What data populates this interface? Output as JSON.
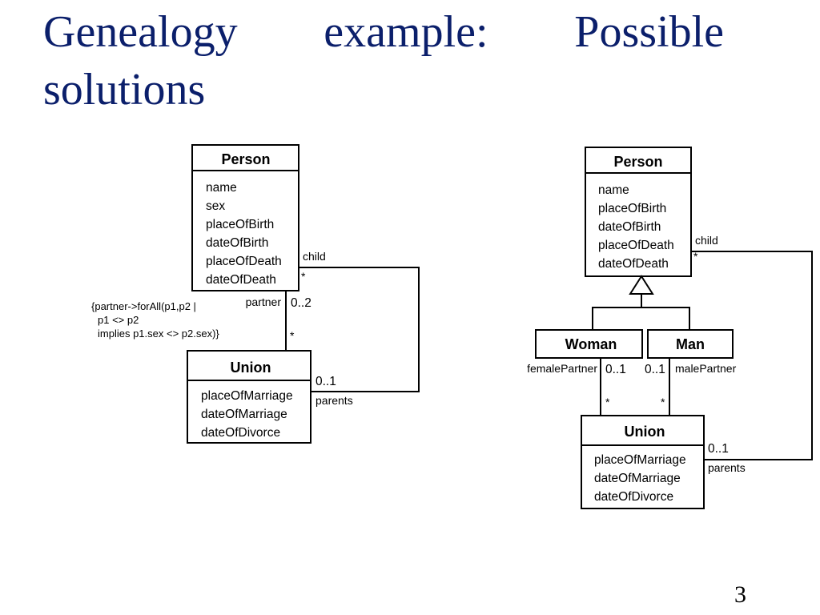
{
  "slide": {
    "title": "Genealogy example: Possible solutions",
    "page_number": "3"
  },
  "left": {
    "person": {
      "name": "Person",
      "attributes": [
        "name",
        "sex",
        "placeOfBirth",
        "dateOfBirth",
        "placeOfDeath",
        "dateOfDeath"
      ]
    },
    "union": {
      "name": "Union",
      "attributes": [
        "placeOfMarriage",
        "dateOfMarriage",
        "dateOfDivorce"
      ]
    },
    "constraint": [
      "{partner->forAll(p1,p2 |",
      "p1 <> p2",
      "implies p1.sex <> p2.sex)}"
    ],
    "labels": {
      "child": "child",
      "child_mult": "*",
      "partner": "partner",
      "partner_mult": "0..2",
      "union_mult": "*",
      "parents_mult": "0..1",
      "parents": "parents"
    }
  },
  "right": {
    "person": {
      "name": "Person",
      "attributes": [
        "name",
        "placeOfBirth",
        "dateOfBirth",
        "placeOfDeath",
        "dateOfDeath"
      ]
    },
    "woman": {
      "name": "Woman"
    },
    "man": {
      "name": "Man"
    },
    "union": {
      "name": "Union",
      "attributes": [
        "placeOfMarriage",
        "dateOfMarriage",
        "dateOfDivorce"
      ]
    },
    "labels": {
      "child": "child",
      "child_mult": "*",
      "female_partner": "femalePartner",
      "female_mult": "0..1",
      "male_mult": "0..1",
      "male_partner": "malePartner",
      "union_female_mult": "*",
      "union_male_mult": "*",
      "parents_mult": "0..1",
      "parents": "parents"
    }
  }
}
